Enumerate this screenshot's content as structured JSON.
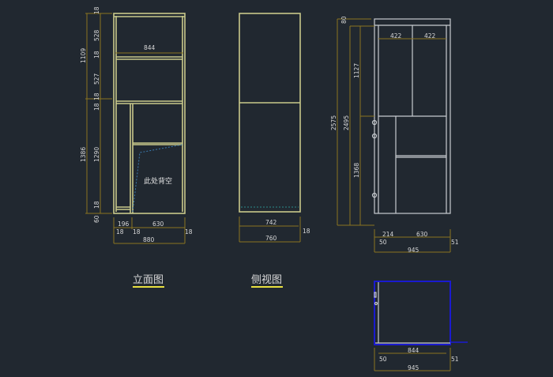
{
  "front_view": {
    "title": "立面图",
    "note": "此处背空",
    "dims": {
      "total_upper": "1109",
      "total_lower": "1386",
      "top_panel": "18",
      "upper_bay": "528",
      "shelf1": "18",
      "middle_bay": "527",
      "shelf2": "18",
      "shelf3": "18",
      "lower_bay": "1290",
      "bottom_panel": "18",
      "plinth": "60",
      "inner_width": "844",
      "left_col": "196",
      "right_col": "630",
      "panel_l": "18",
      "panel_m": "18",
      "panel_r": "18",
      "overall_width": "880"
    }
  },
  "side_view": {
    "title": "侧视图",
    "dims": {
      "inner_depth": "742",
      "overall_depth": "760",
      "panel": "18"
    }
  },
  "right_elevation": {
    "dims": {
      "top_band": "80",
      "overall_height": "2575",
      "body_height": "2495",
      "upper": "1127",
      "lower": "1368",
      "bay_left": "422",
      "bay_right": "422",
      "left_col": "214",
      "right_col": "630",
      "side_l": "50",
      "side_r": "51",
      "overall_width": "945"
    }
  },
  "plan_view": {
    "dims": {
      "inner_width": "844",
      "side_l": "50",
      "side_r": "51",
      "overall_width": "945"
    }
  },
  "colors": {
    "background": "#212830",
    "cabinet": "#c9c98a",
    "dimension": "#8a7420",
    "plan_outline": "#1a1ad0"
  }
}
